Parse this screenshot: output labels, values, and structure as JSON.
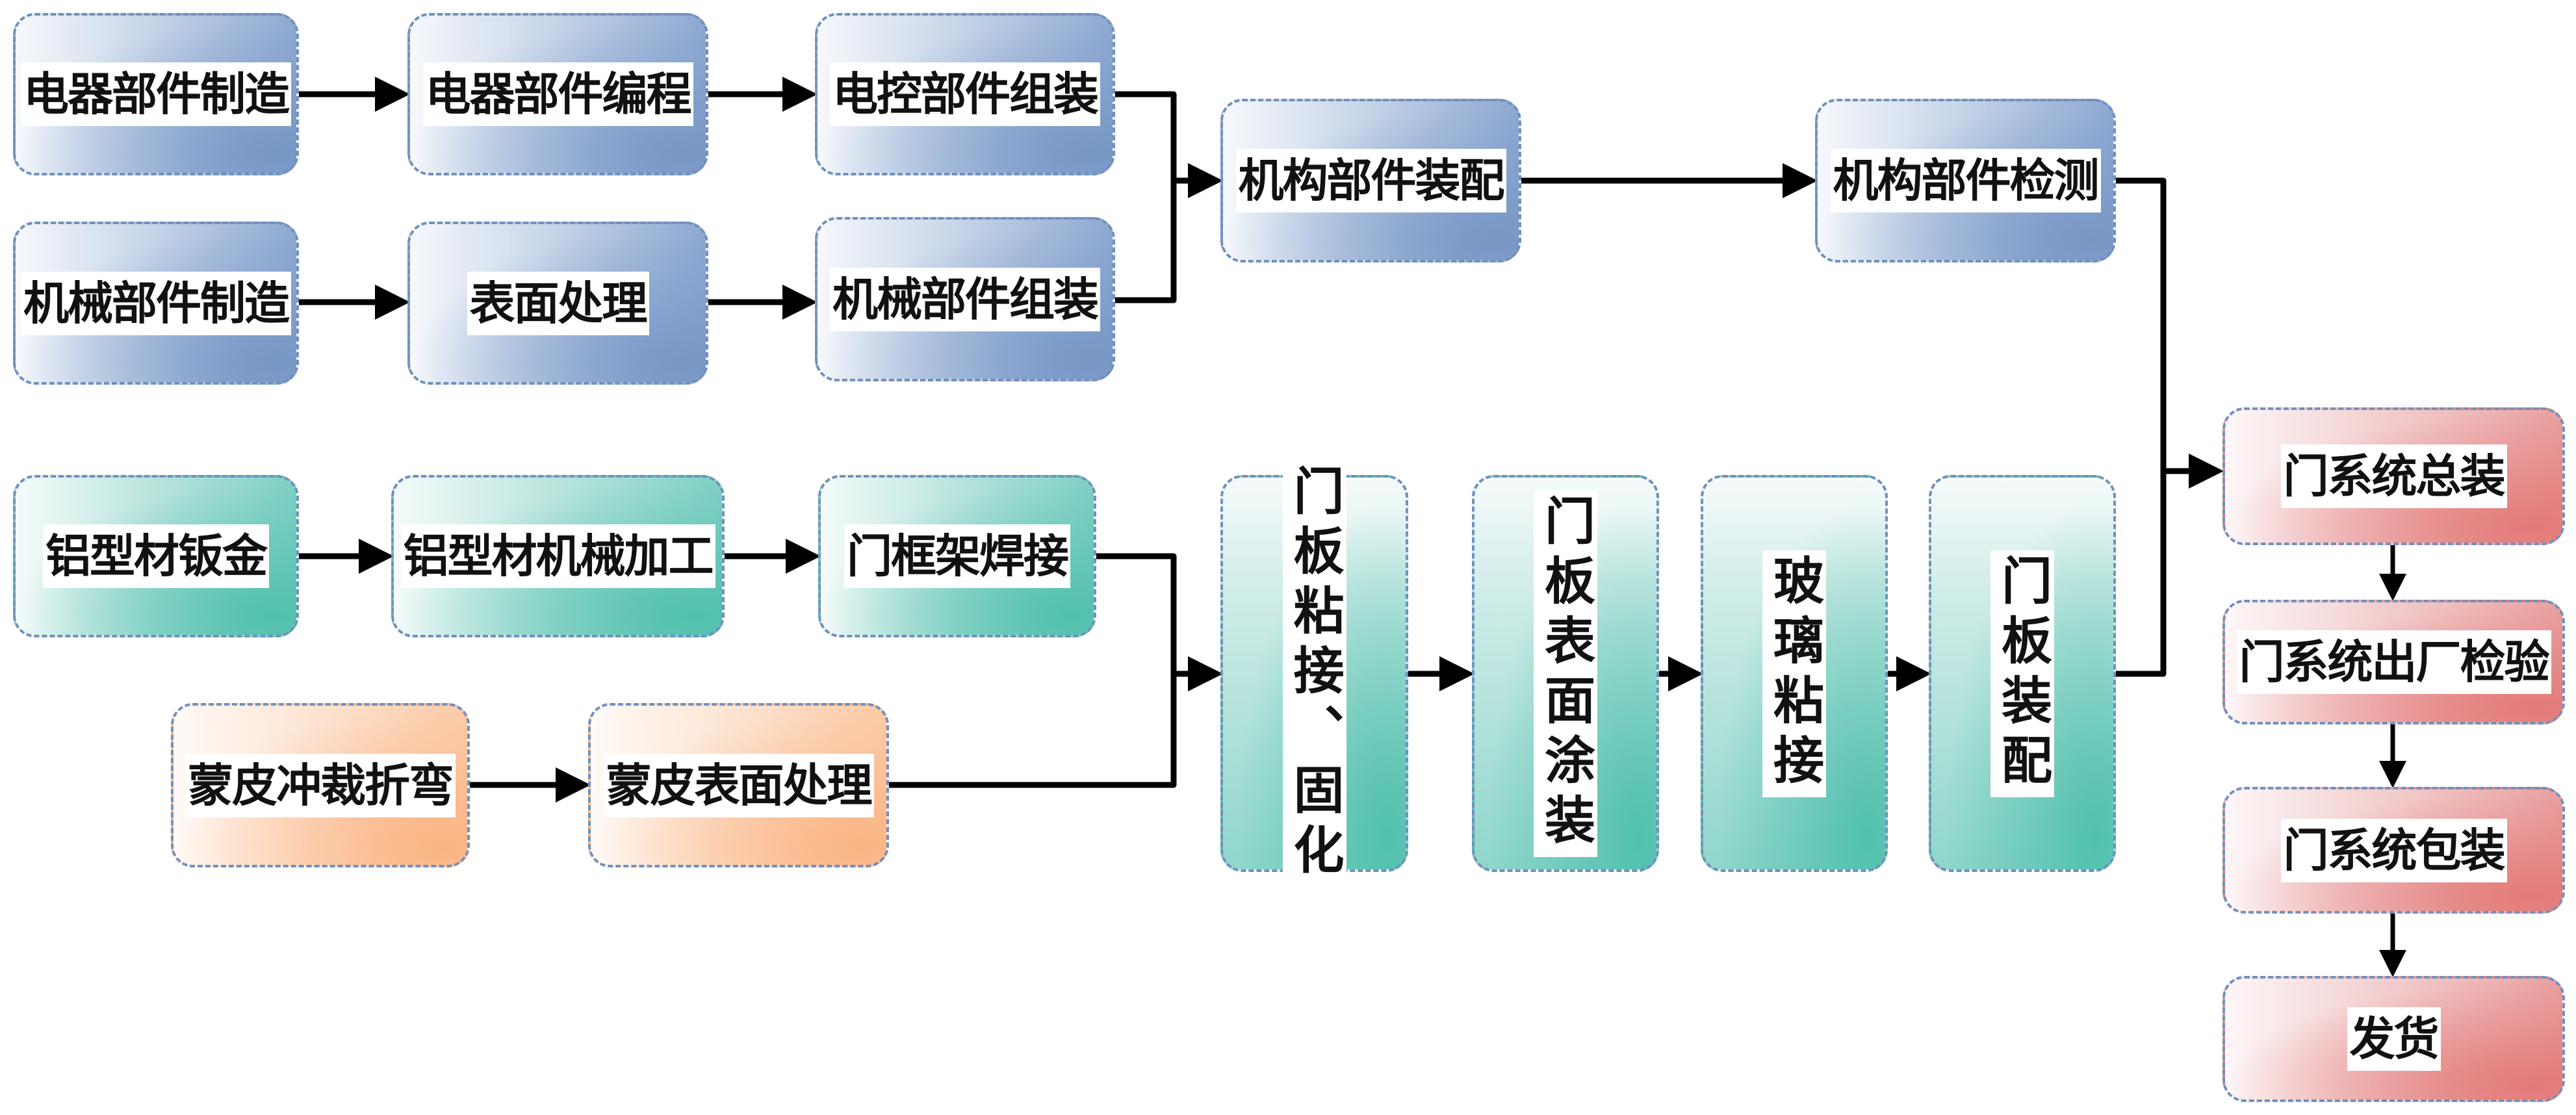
{
  "diagram": {
    "type": "process-flowchart",
    "nodes": [
      {
        "id": "n1",
        "label": "电器部件制造",
        "group": "blue"
      },
      {
        "id": "n2",
        "label": "电器部件编程",
        "group": "blue"
      },
      {
        "id": "n3",
        "label": "电控部件组装",
        "group": "blue"
      },
      {
        "id": "n4",
        "label": "机械部件制造",
        "group": "blue"
      },
      {
        "id": "n5",
        "label": "表面处理",
        "group": "blue"
      },
      {
        "id": "n6",
        "label": "机械部件组装",
        "group": "blue"
      },
      {
        "id": "n7",
        "label": "机构部件装配",
        "group": "blue"
      },
      {
        "id": "n8",
        "label": "机构部件检测",
        "group": "blue"
      },
      {
        "id": "n9",
        "label": "铝型材钣金",
        "group": "teal"
      },
      {
        "id": "n10",
        "label": "铝型材机械加工",
        "group": "teal"
      },
      {
        "id": "n11",
        "label": "门框架焊接",
        "group": "teal"
      },
      {
        "id": "n12",
        "label": "蒙皮冲裁折弯",
        "group": "orange"
      },
      {
        "id": "n13",
        "label": "蒙皮表面处理",
        "group": "orange"
      },
      {
        "id": "n14",
        "label": "门板粘接、固化",
        "group": "teal-vertical"
      },
      {
        "id": "n15",
        "label": "门板表面涂装",
        "group": "teal-vertical"
      },
      {
        "id": "n16",
        "label": "玻璃粘接",
        "group": "teal-vertical"
      },
      {
        "id": "n17",
        "label": "门板装配",
        "group": "teal-vertical"
      },
      {
        "id": "n18",
        "label": "门系统总装",
        "group": "red"
      },
      {
        "id": "n19",
        "label": "门系统出厂检验",
        "group": "red"
      },
      {
        "id": "n20",
        "label": "门系统包装",
        "group": "red"
      },
      {
        "id": "n21",
        "label": "发货",
        "group": "red"
      }
    ],
    "edges": [
      {
        "from": "n1",
        "to": "n2"
      },
      {
        "from": "n2",
        "to": "n3"
      },
      {
        "from": "n4",
        "to": "n5"
      },
      {
        "from": "n5",
        "to": "n6"
      },
      {
        "from": "n3",
        "to": "n7"
      },
      {
        "from": "n6",
        "to": "n7"
      },
      {
        "from": "n7",
        "to": "n8"
      },
      {
        "from": "n9",
        "to": "n10"
      },
      {
        "from": "n10",
        "to": "n11"
      },
      {
        "from": "n12",
        "to": "n13"
      },
      {
        "from": "n11",
        "to": "n14"
      },
      {
        "from": "n13",
        "to": "n14"
      },
      {
        "from": "n14",
        "to": "n15"
      },
      {
        "from": "n15",
        "to": "n16"
      },
      {
        "from": "n16",
        "to": "n17"
      },
      {
        "from": "n8",
        "to": "n18"
      },
      {
        "from": "n17",
        "to": "n18"
      },
      {
        "from": "n18",
        "to": "n19"
      },
      {
        "from": "n19",
        "to": "n20"
      },
      {
        "from": "n20",
        "to": "n21"
      }
    ],
    "colors": {
      "blue": "#7797c6",
      "teal": "#52c0ae",
      "orange": "#fbb585",
      "red": "#e37a78",
      "border": "#7190bd",
      "connector": "#000000"
    }
  }
}
